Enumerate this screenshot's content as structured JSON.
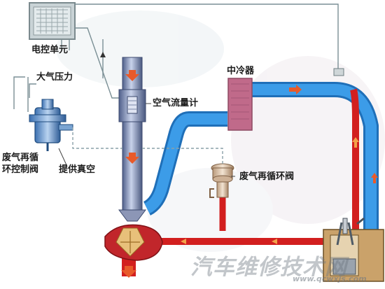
{
  "labels": {
    "ecu": "电控单元",
    "atmospheric_pressure": "大气压力",
    "intercooler": "中冷器",
    "air_flow_meter": "空气流量计",
    "egr_control_valve_line1": "废气再循",
    "egr_control_valve_line2": "环控制阀",
    "vacuum_supply": "提供真空",
    "egr_valve": "废气再循环阀"
  },
  "watermark": {
    "main": "汽车维修技术网",
    "url": "www.qcwxjs.com"
  },
  "colors": {
    "intake_pipe": "#2f8fe0",
    "exhaust_pipe": "#d21f1f",
    "intercooler": "#c06a8a",
    "signal_line": "#7a8f95",
    "flow_arrow": "#e85a2a"
  }
}
